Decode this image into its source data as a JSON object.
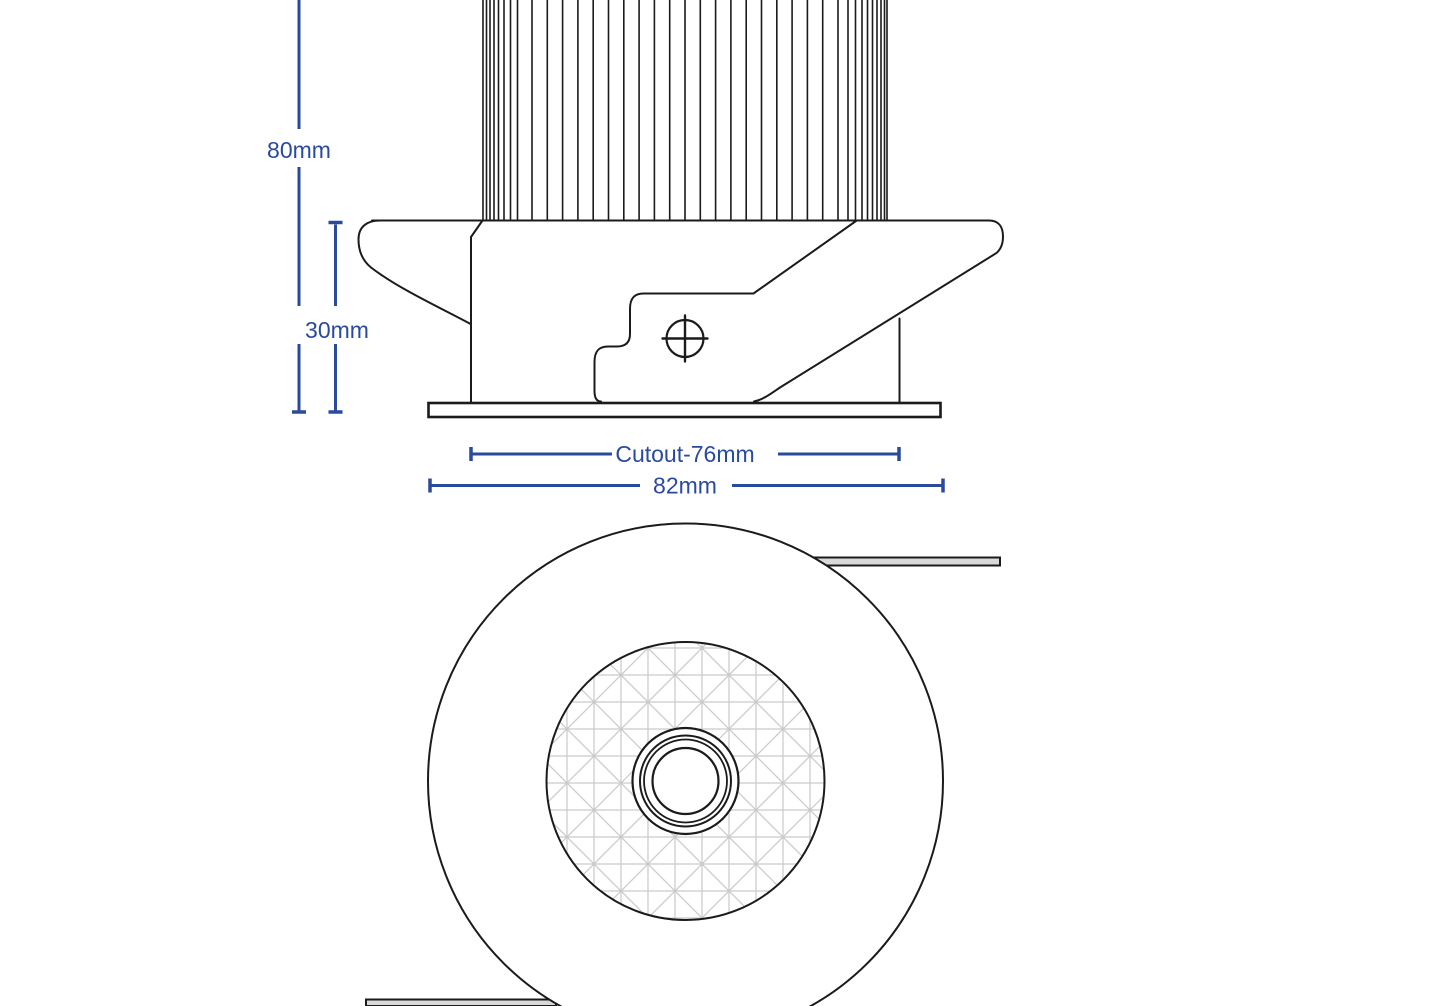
{
  "dimensions": {
    "total_height": "80mm",
    "recess_depth": "30mm",
    "cutout_diameter": "Cutout-76mm",
    "overall_diameter": "82mm"
  },
  "colors": {
    "dimension-blue": "#2a4a9c",
    "line-dark": "#1b1b1b",
    "hatch-gray": "#c9c9c9",
    "tab-gray": "#d9d9d9",
    "bg": "#ffffff"
  }
}
